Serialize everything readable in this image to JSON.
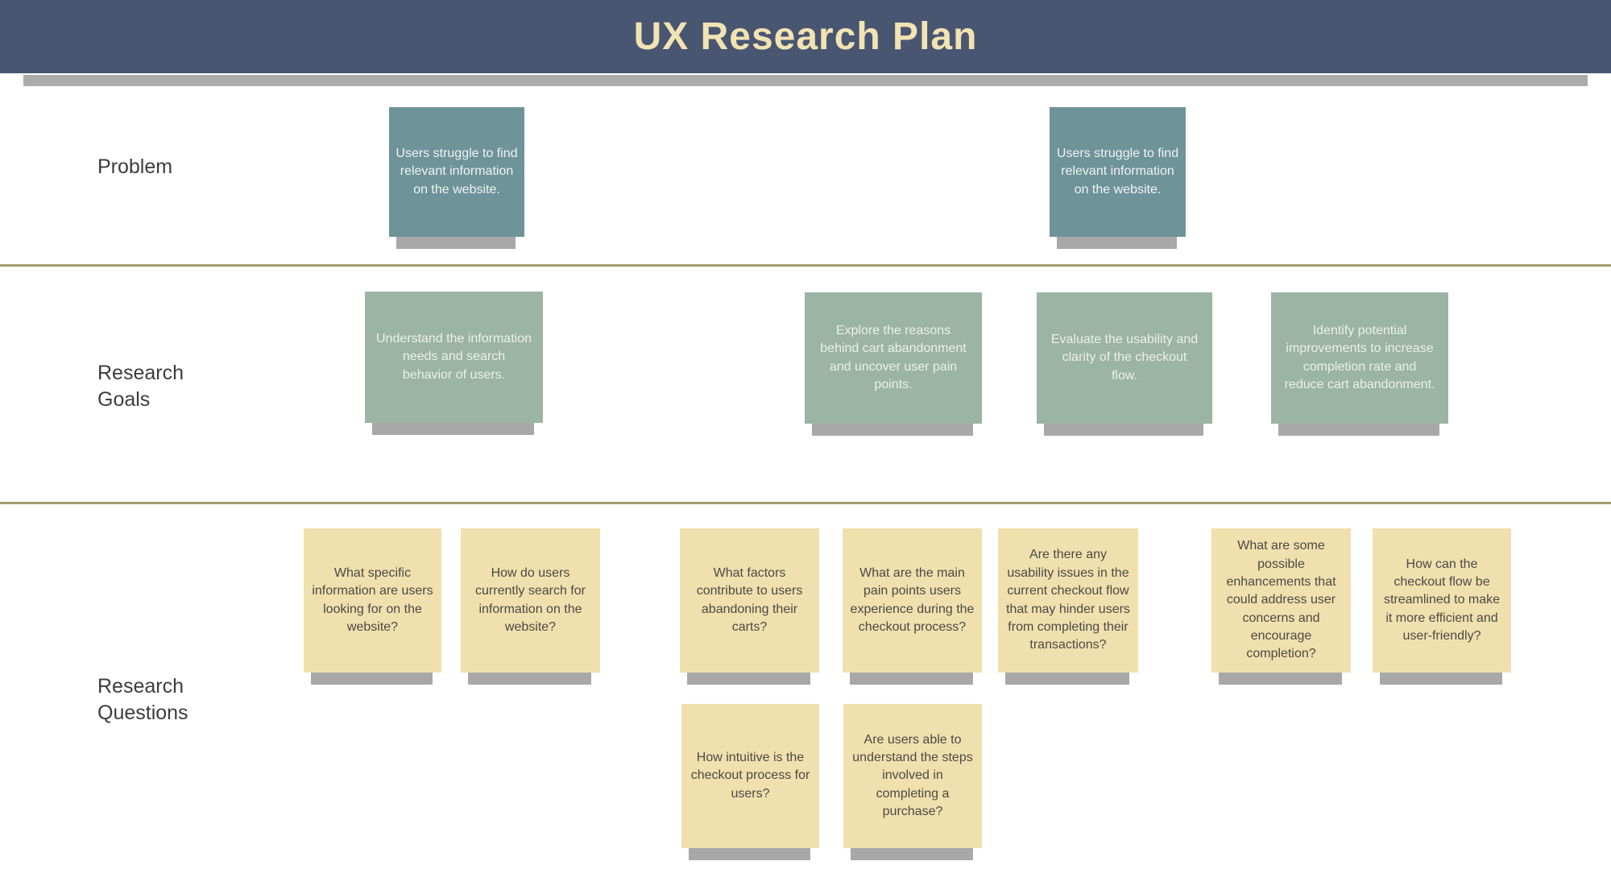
{
  "title": "UX Research Plan",
  "colors": {
    "header_bg": "#495672",
    "title_text": "#F2E3B3",
    "divider": "#A49C6D",
    "header_shadow": "#ABABAB",
    "note_shadow": "#A8A8A8",
    "problem_note_bg": "#6E9399",
    "goal_note_bg": "#9CB4A3",
    "question_note_bg": "#F0E0AE"
  },
  "rows": [
    {
      "label": "Problem",
      "notes": [
        {
          "text": "Users struggle to find relevant information on the website."
        },
        {
          "text": "Users struggle to find relevant information on the website."
        }
      ]
    },
    {
      "label": "Research Goals",
      "notes": [
        {
          "text": "Understand the information needs and search behavior of users."
        },
        {
          "text": "Explore the reasons behind cart abandonment and uncover user pain points."
        },
        {
          "text": "Evaluate the usability and clarity of the checkout flow."
        },
        {
          "text": "Identify potential improvements to increase completion rate and reduce cart abandonment."
        }
      ]
    },
    {
      "label": "Research Questions",
      "notes": [
        {
          "text": "What specific information are users looking for on the website?"
        },
        {
          "text": "How do users currently search for information on the website?"
        },
        {
          "text": "What factors contribute to users abandoning their carts?"
        },
        {
          "text": "What are the main pain points users experience during the checkout process?"
        },
        {
          "text": "Are there any usability issues in the current checkout flow that may hinder users from completing their transactions?"
        },
        {
          "text": "What are some possible enhancements that could address user concerns and encourage completion?"
        },
        {
          "text": "How can the checkout flow be streamlined to make it more efficient and user-friendly?"
        },
        {
          "text": "How intuitive is the checkout process for users?"
        },
        {
          "text": "Are users able to understand the steps involved in completing a purchase?"
        }
      ]
    }
  ]
}
